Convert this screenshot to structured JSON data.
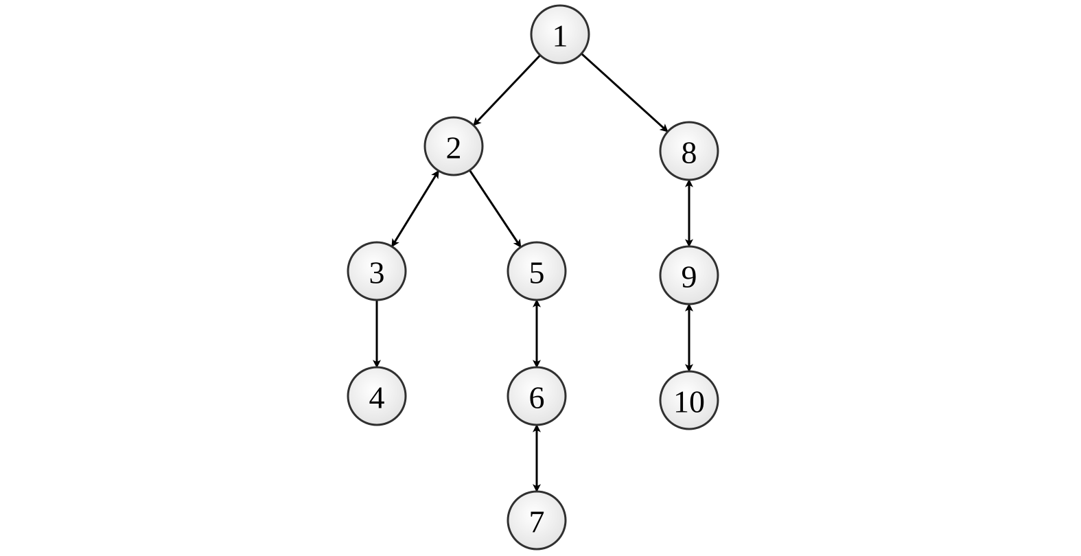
{
  "diagram": {
    "type": "tree",
    "nodes": [
      {
        "id": "n1",
        "label": "1"
      },
      {
        "id": "n2",
        "label": "2"
      },
      {
        "id": "n3",
        "label": "3"
      },
      {
        "id": "n4",
        "label": "4"
      },
      {
        "id": "n5",
        "label": "5"
      },
      {
        "id": "n6",
        "label": "6"
      },
      {
        "id": "n7",
        "label": "7"
      },
      {
        "id": "n8",
        "label": "8"
      },
      {
        "id": "n9",
        "label": "9"
      },
      {
        "id": "n10",
        "label": "10"
      }
    ],
    "edges": [
      {
        "from": "n1",
        "to": "n2",
        "direction": "forward"
      },
      {
        "from": "n1",
        "to": "n8",
        "direction": "forward"
      },
      {
        "from": "n2",
        "to": "n3",
        "direction": "both"
      },
      {
        "from": "n2",
        "to": "n5",
        "direction": "forward"
      },
      {
        "from": "n3",
        "to": "n4",
        "direction": "forward"
      },
      {
        "from": "n5",
        "to": "n6",
        "direction": "both"
      },
      {
        "from": "n6",
        "to": "n7",
        "direction": "both"
      },
      {
        "from": "n8",
        "to": "n9",
        "direction": "both"
      },
      {
        "from": "n9",
        "to": "n10",
        "direction": "both"
      }
    ],
    "colors": {
      "node_fill_light": "#ffffff",
      "node_fill_dark": "#e2e2e2",
      "node_stroke": "#303030",
      "edge": "#000000",
      "label": "#000000"
    }
  }
}
